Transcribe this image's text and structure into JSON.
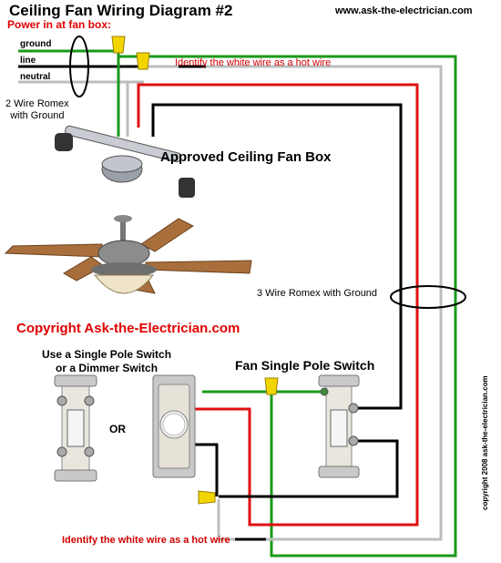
{
  "title": "Ceiling Fan Wiring Diagram #2",
  "website": "www.ask-the-electrician.com",
  "power_label": "Power in at fan box:",
  "wire_labels": {
    "ground": "ground",
    "line": "line",
    "neutral": "neutral"
  },
  "romex_2": {
    "line1": "2 Wire Romex",
    "line2": "with Ground"
  },
  "hot_wire_note_top": "Identify the white wire as a hot wire",
  "fan_box_label": "Approved Ceiling Fan Box",
  "romex_3": "3 Wire Romex with Ground",
  "copyright_main": "Copyright Ask-the-Electrician.com",
  "switch_choice": {
    "line1": "Use a Single Pole Switch",
    "line2": "or a Dimmer Switch"
  },
  "or_label": "OR",
  "fan_switch_label": "Fan Single Pole Switch",
  "hot_wire_note_bottom": "Identify the white wire as a hot wire",
  "copyright_vertical": "copyright 2008 ask-the-electrician.com",
  "colors": {
    "ground_wire": "#1a9a1a",
    "hot_wire": "#000000",
    "neutral_wire": "#bdbdbd",
    "red_wire": "#e01010",
    "wire_nut": "#f2d500",
    "accent_text": "#e00000"
  }
}
